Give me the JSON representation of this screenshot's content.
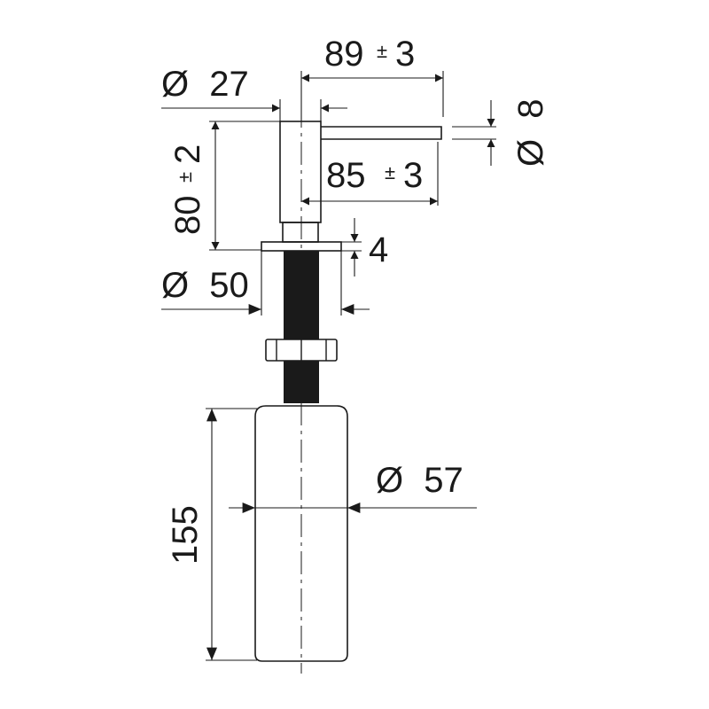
{
  "dimensions": {
    "spout_length": {
      "value": "89",
      "tol_sign": "±",
      "tol_value": "3"
    },
    "spout_reach": {
      "value": "85",
      "tol_sign": "±",
      "tol_value": "3"
    },
    "pump_height": {
      "value": "80",
      "tol_sign": "±",
      "tol_value": "2"
    },
    "head_diameter": {
      "symbol": "Ø",
      "value": "27"
    },
    "spout_diameter": {
      "symbol": "Ø",
      "value": "8"
    },
    "flange_diameter": {
      "symbol": "Ø",
      "value": "50"
    },
    "flange_thickness": {
      "value": "4"
    },
    "bottle_diameter": {
      "symbol": "Ø",
      "value": "57"
    },
    "bottle_height": {
      "value": "155"
    }
  },
  "colors": {
    "line": "#1a1a1a",
    "background": "#ffffff",
    "shank": "#1a1a1a"
  }
}
